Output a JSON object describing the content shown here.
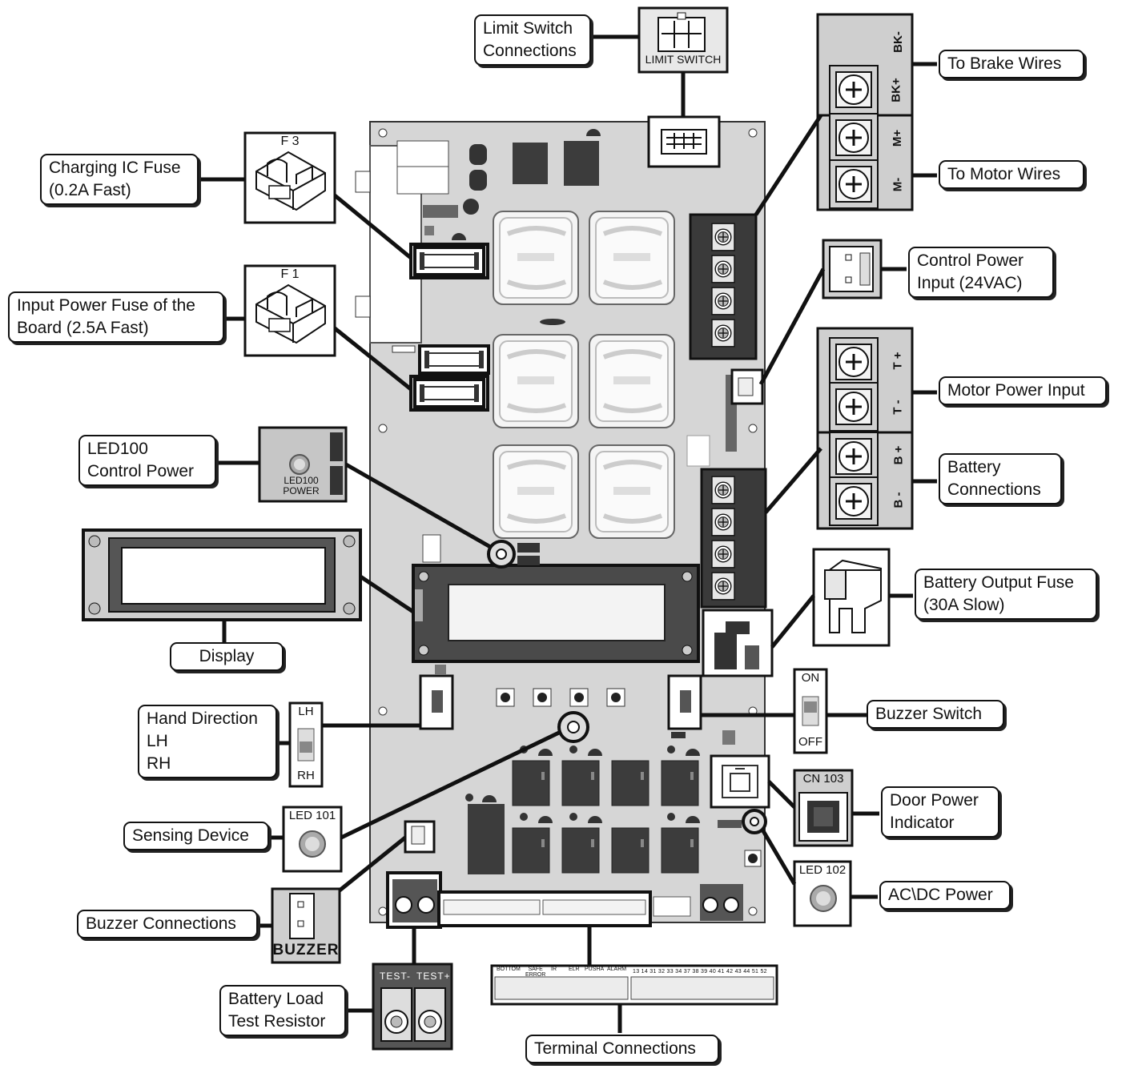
{
  "callouts": {
    "limit_switch": "Limit Switch\nConnections",
    "brake_wires": "To Brake Wires",
    "motor_wires": "To Motor Wires",
    "charging_fuse": "Charging IC Fuse\n(0.2A Fast)",
    "input_fuse": "Input Power Fuse of the\nBoard (2.5A Fast)",
    "control_power": "Control Power\nInput (24VAC)",
    "motor_power": "Motor Power Input",
    "battery_conn": "Battery\nConnections",
    "led100": "LED100\nControl Power",
    "display": "Display",
    "battery_fuse": "Battery Output Fuse\n(30A Slow)",
    "hand_direction": "Hand Direction\nLH\nRH",
    "buzzer_switch": "Buzzer Switch",
    "door_power": "Door Power\nIndicator",
    "sensing": "Sensing Device",
    "acdc": "AC\\DC Power",
    "buzzer_conn": "Buzzer Connections",
    "load_test": "Battery Load\nTest Resistor",
    "terminal": "Terminal Connections"
  },
  "component_labels": {
    "limit_switch": "LIMIT  SWITCH",
    "f3": "F 3",
    "f1": "F 1",
    "bk_minus": "BK-",
    "bk_plus": "BK+",
    "m_plus": "M+",
    "m_minus": "M-",
    "t_plus": "T +",
    "t_minus": "T -",
    "b_plus": "B +",
    "b_minus": "B -",
    "led100_line1": "LED100",
    "led100_line2": "POWER",
    "on": "ON",
    "off": "OFF",
    "lh": "LH",
    "rh": "RH",
    "cn103": "CN 103",
    "led101": "LED 101",
    "led102": "LED 102",
    "buzzer": "BUZZER",
    "test_minus": "TEST-",
    "test_plus": "TEST+",
    "term_bottom": "BOTTOM",
    "term_safe": "SAFE",
    "term_error": "ERROR",
    "term_ir": "IR",
    "term_elr": "ELR",
    "term_pusha": "PUSHA",
    "term_alarm": "ALARM",
    "term_numbers": "13 14 31 32 33 34 37 38 39 40 41 42 43 44 51 52"
  },
  "colors": {
    "board": "#d6d6d6",
    "relay": "#3c3c3c",
    "outline": "#111111"
  }
}
